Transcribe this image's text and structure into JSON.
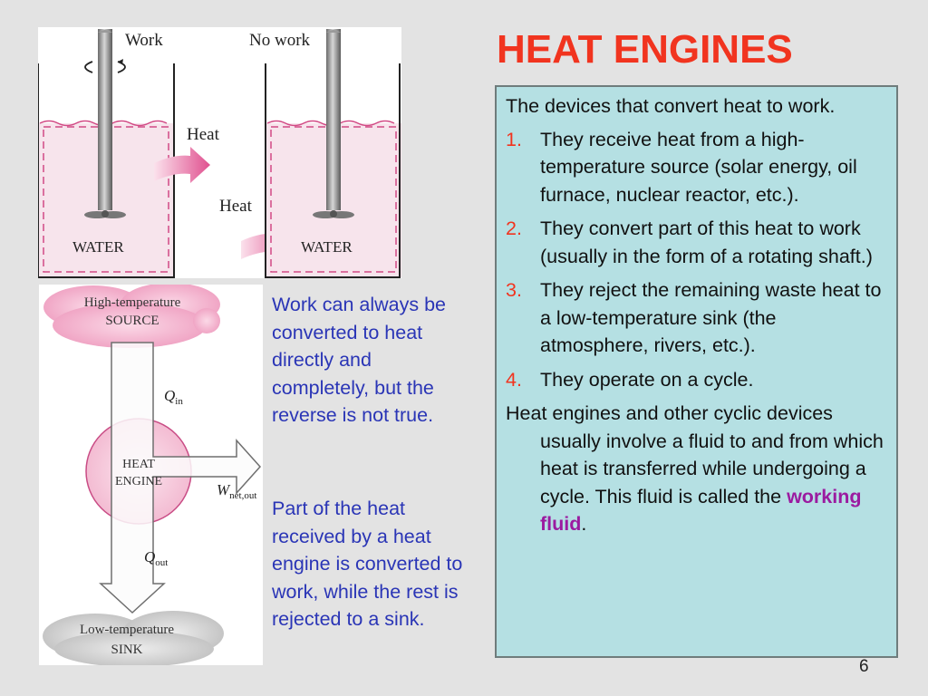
{
  "title": "HEAT ENGINES",
  "top_figure": {
    "label_work": "Work",
    "label_no_work": "No work",
    "label_heat_1": "Heat",
    "label_heat_2": "Heat",
    "label_water_1": "WATER",
    "label_water_2": "WATER"
  },
  "cycle_figure": {
    "source_line1": "High-temperature",
    "source_line2": "SOURCE",
    "q_in": "Q",
    "q_in_sub": "in",
    "engine_line1": "HEAT",
    "engine_line2": "ENGINE",
    "w_net": "W",
    "w_net_sub": "net,out",
    "q_out": "Q",
    "q_out_sub": "out",
    "sink_line1": "Low-temperature",
    "sink_line2": "SINK"
  },
  "notes": {
    "note1": "Work can always be converted to heat directly and completely, but the reverse is not true.",
    "note2": "Part of the heat received by a heat engine is converted to work, while the rest is rejected to a sink."
  },
  "box": {
    "intro": "The devices that convert heat to work.",
    "items": [
      {
        "num": "1.",
        "text": "They receive heat from a high-temperature source (solar energy, oil furnace, nuclear reactor, etc.)."
      },
      {
        "num": "2.",
        "text": "They convert part of this heat to work (usually in the form of a rotating shaft.)"
      },
      {
        "num": "3.",
        "text": "They reject the remaining waste heat to a low-temperature sink (the atmosphere, rivers, etc.)."
      },
      {
        "num": "4.",
        "text": "They operate on a cycle."
      }
    ],
    "closing_text": "Heat engines and other cyclic devices usually involve a fluid to and from which heat is transferred while undergoing a cycle. This fluid is called the ",
    "closing_highlight": "working fluid",
    "closing_end": "."
  },
  "page_number": "6",
  "colors": {
    "title": "#f1341f",
    "box_bg": "#b5e0e3",
    "note_text": "#2a35b6",
    "highlight": "#9b1ba0",
    "arrow_pink": "#e0508f",
    "cloud_pink": "#f0a6c4",
    "cloud_gray": "#c9c9c9"
  }
}
